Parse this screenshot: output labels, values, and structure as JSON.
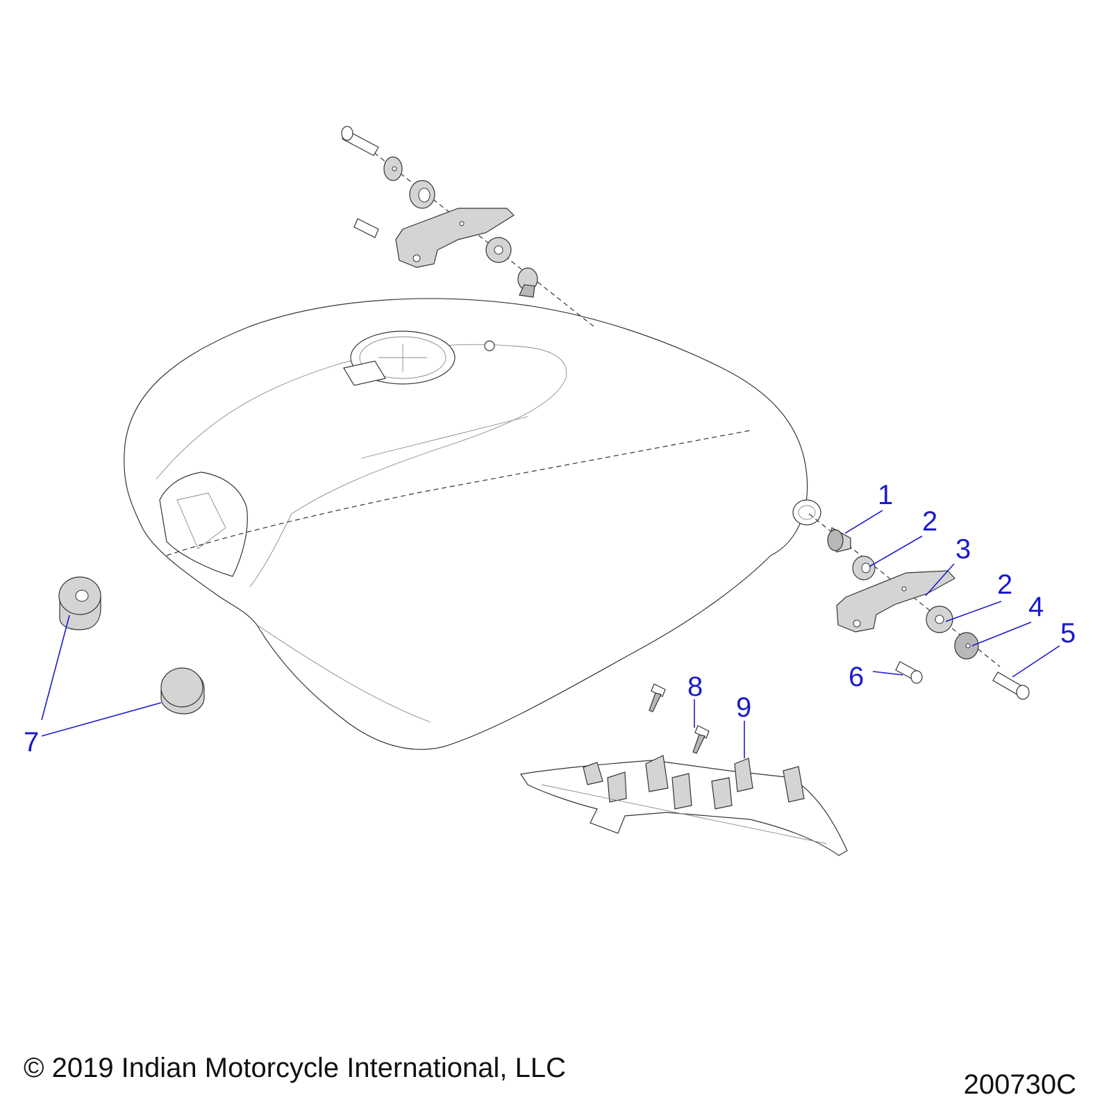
{
  "footer": {
    "copyright": "© 2019 Indian Motorcycle International, LLC",
    "diagram_code": "200730C"
  },
  "callouts": {
    "c1": "1",
    "c2a": "2",
    "c2b": "2",
    "c3": "3",
    "c4": "4",
    "c5": "5",
    "c6": "6",
    "c7": "7",
    "c8": "8",
    "c9": "9"
  },
  "colors": {
    "callout": "#1a1acc",
    "part_fill": "#d4d4d4",
    "line": "#333333"
  }
}
